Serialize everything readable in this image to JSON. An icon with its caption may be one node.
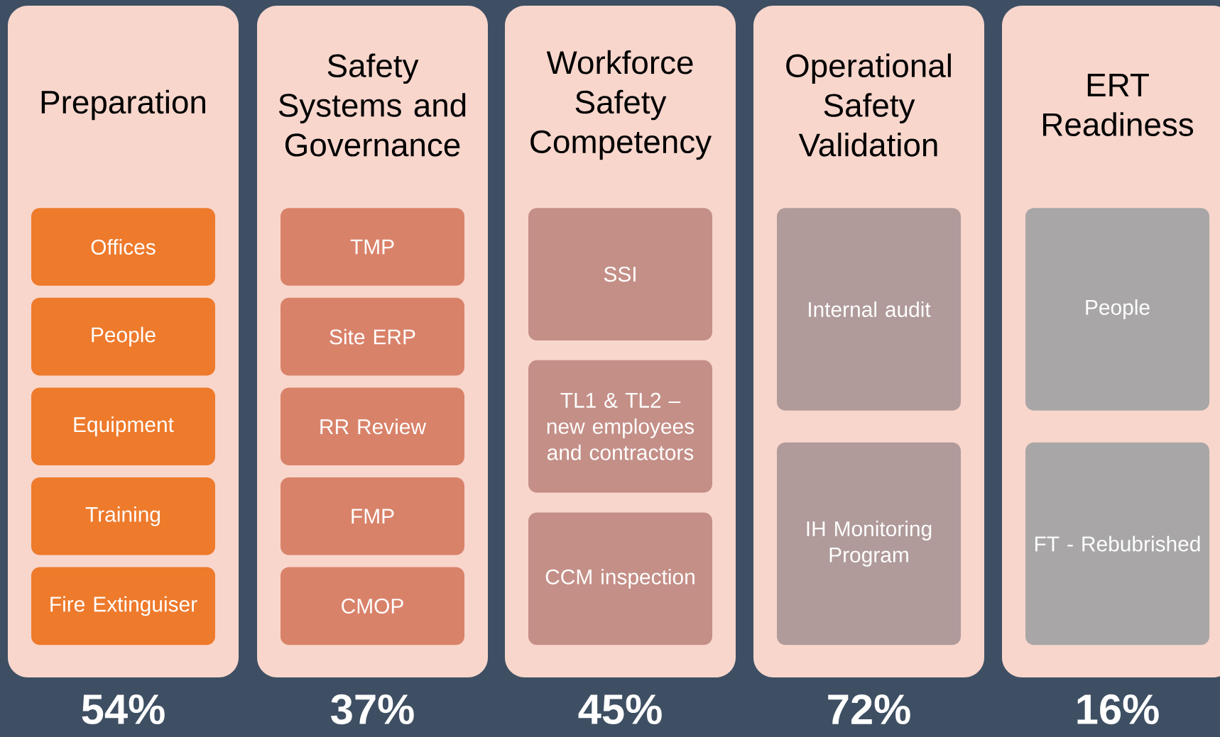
{
  "diagram": {
    "nodes": [
      {
        "text": [
          "Preparation"
        ],
        "beside": [
          "54%"
        ]
      },
      {
        "text": [
          "Offices"
        ],
        "in": 0
      },
      {
        "text": [
          "People"
        ],
        "in": 0
      },
      {
        "text": [
          "Equipment"
        ],
        "in": 0
      },
      {
        "text": [
          "Training"
        ],
        "in": 0
      },
      {
        "text": [
          "Fire Extinguiser"
        ],
        "in": 0
      },
      {
        "text": [
          "Safety Systems and Governance"
        ],
        "beside": [
          "37%"
        ]
      },
      {
        "text": [
          "TMP"
        ],
        "in": 6
      },
      {
        "text": [
          "Site ERP"
        ],
        "in": 6
      },
      {
        "text": [
          "RR Review"
        ],
        "in": 6
      },
      {
        "text": [
          "FMP"
        ],
        "in": 6
      },
      {
        "text": [
          "CMOP"
        ],
        "in": 6
      },
      {
        "text": [
          "Workforce Safety Competency"
        ],
        "beside": [
          "45%"
        ]
      },
      {
        "text": [
          "SSI"
        ],
        "in": 12
      },
      {
        "text": [
          "TL1 & TL2 – new employees and contractors"
        ],
        "in": 12
      },
      {
        "text": [
          "CCM inspection"
        ],
        "in": 12
      },
      {
        "text": [
          "Operational Safety Validation"
        ],
        "beside": [
          "72%"
        ]
      },
      {
        "text": [
          "Internal audit"
        ],
        "in": 16
      },
      {
        "text": [
          "IH Monitoring Program"
        ],
        "in": 16
      },
      {
        "text": [
          "ERT Readiness"
        ],
        "beside": [
          "16%"
        ]
      },
      {
        "text": [
          "People"
        ],
        "in": 19
      },
      {
        "text": [
          "FT - Rebubrished"
        ],
        "in": 19
      }
    ]
  }
}
